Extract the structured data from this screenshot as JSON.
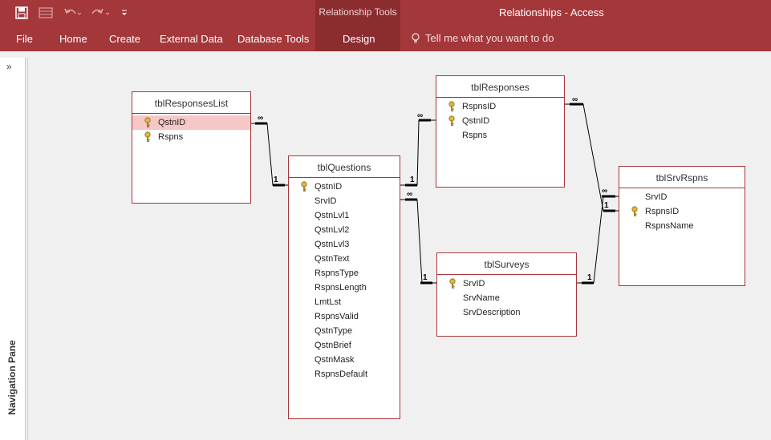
{
  "window": {
    "title": "Relationships - Access"
  },
  "ribbon": {
    "context_tool": "Relationship Tools",
    "tabs": [
      "File",
      "Home",
      "Create",
      "External Data",
      "Database Tools",
      "Design"
    ],
    "tell_me": "Tell me what you want to do"
  },
  "nav_pane": {
    "label": "Navigation Pane",
    "expand": "»"
  },
  "tables": {
    "responses_list": {
      "name": "tblResponsesList",
      "fields": [
        "QstnID",
        "Rspns"
      ]
    },
    "questions": {
      "name": "tblQuestions",
      "fields": [
        "QstnID",
        "SrvID",
        "QstnLvl1",
        "QstnLvl2",
        "QstnLvl3",
        "QstnText",
        "RspnsType",
        "RspnsLength",
        "LmtLst",
        "RspnsValid",
        "QstnType",
        "QstnBrief",
        "QstnMask",
        "RspnsDefault"
      ]
    },
    "responses": {
      "name": "tblResponses",
      "fields": [
        "RspnsID",
        "QstnID",
        "Rspns"
      ]
    },
    "surveys": {
      "name": "tblSurveys",
      "fields": [
        "SrvID",
        "SrvName",
        "SrvDescription"
      ]
    },
    "srv_rspns": {
      "name": "tblSrvRspns",
      "fields": [
        "SrvID",
        "RspnsID",
        "RspnsName"
      ]
    }
  },
  "relationship_labels": {
    "one": "1",
    "many": "∞"
  },
  "colors": {
    "accent": "#a4373a",
    "selected_row": "#f6c7c7"
  }
}
